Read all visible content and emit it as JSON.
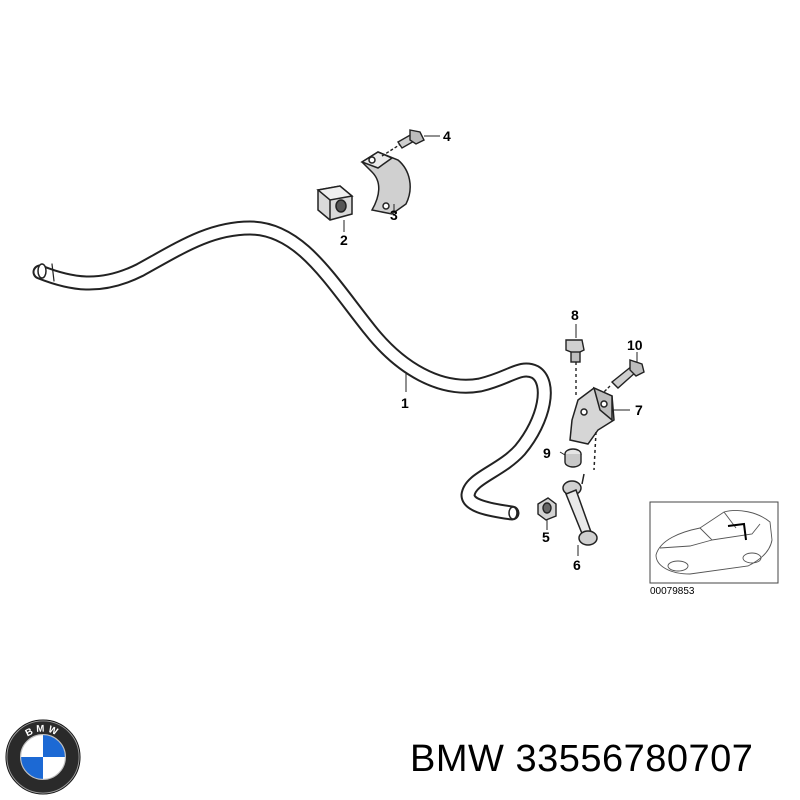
{
  "callouts": {
    "c1": "1",
    "c2": "2",
    "c3": "3",
    "c4": "4",
    "c5": "5",
    "c6": "6",
    "c7": "7",
    "c8": "8",
    "c9": "9",
    "c10": "10"
  },
  "inset": {
    "ref_number": "00079853"
  },
  "caption": {
    "brand": "BMW",
    "part_number": "33556780707"
  },
  "logo": {
    "letters": "BMW",
    "colors": {
      "blue": "#1c69d4",
      "white": "#ffffff",
      "ring": "#1a1a1a"
    }
  }
}
